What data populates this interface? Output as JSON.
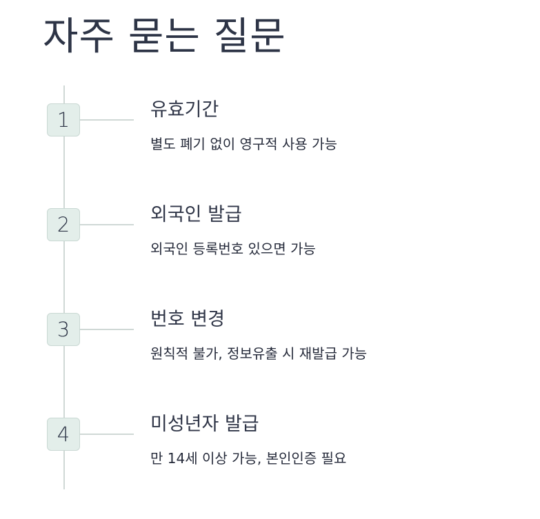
{
  "page": {
    "title": "자주 묻는 질문"
  },
  "faq": {
    "items": [
      {
        "number": "1",
        "question": "유효기간",
        "answer": "별도 폐기 없이 영구적 사용 가능"
      },
      {
        "number": "2",
        "question": "외국인 발급",
        "answer": "외국인 등록번호 있으면 가능"
      },
      {
        "number": "3",
        "question": "번호 변경",
        "answer": "원칙적 불가, 정보유출 시 재발급 가능"
      },
      {
        "number": "4",
        "question": "미성년자 발급",
        "answer": "만 14세 이상 가능, 본인인증 필요"
      }
    ]
  },
  "colors": {
    "text": "#2d3446",
    "badge_fill": "#e3eeea",
    "badge_border": "#c9d8d3",
    "line": "#cfd8d5"
  }
}
